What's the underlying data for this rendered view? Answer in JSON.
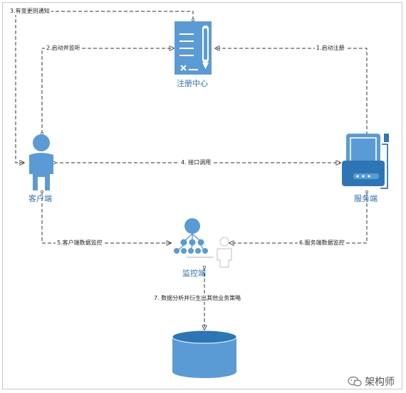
{
  "nodes": {
    "registry": "注册中心",
    "client": "客户端",
    "server": "服务端",
    "monitor": "监控端"
  },
  "edges": {
    "e1": "1.启动注册",
    "e2": "2.启动并监听",
    "e3": "3.有变更则通知",
    "e4": "4. 接口调用",
    "e5": "5.客户端数据监控",
    "e6": "6.服务端数据监控",
    "e7": "7. 数据分析并衍生出其他业务策略"
  },
  "watermark": "架构师",
  "colors": {
    "node_fill": "#5b9bd5",
    "node_dark": "#2e75b6",
    "label": "#2e6fb0",
    "line": "#333333"
  },
  "icons": {
    "registry": "clipboard-document-icon",
    "client": "user-person-icon",
    "server": "tablet-device-icon",
    "monitor": "hierarchy-user-icon",
    "storage": "database-cylinder-icon",
    "watermark": "wechat-icon"
  }
}
